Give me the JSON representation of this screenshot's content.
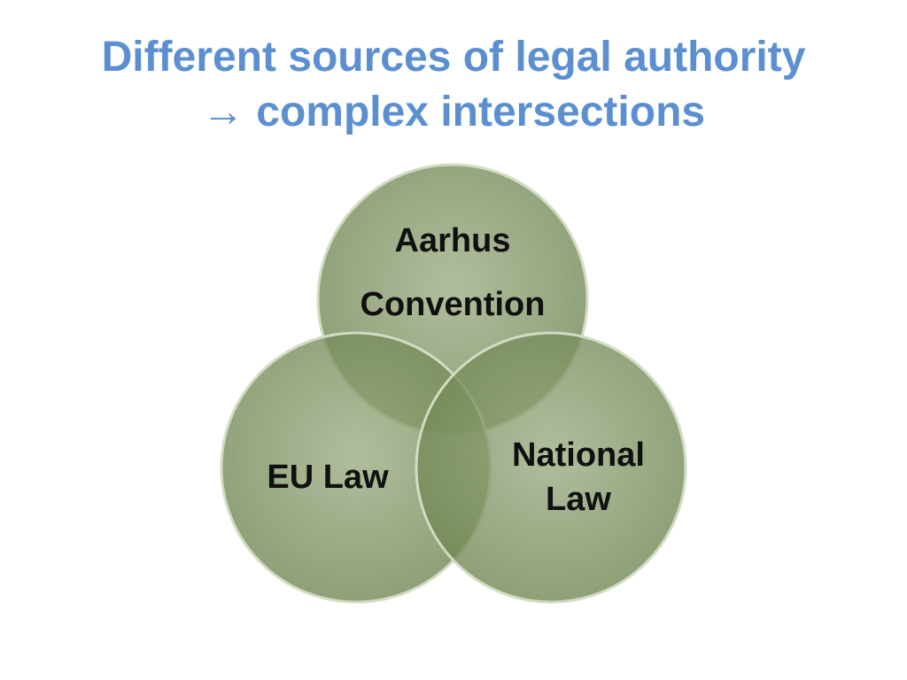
{
  "title": {
    "line1": "Different sources of legal authority",
    "line2": "→ complex intersections"
  },
  "diagram": {
    "type": "venn",
    "circles": [
      {
        "id": "top",
        "label_lines": [
          "Aarhus",
          "Convention"
        ]
      },
      {
        "id": "left",
        "label_lines": [
          "EU Law"
        ]
      },
      {
        "id": "right",
        "label_lines": [
          "National",
          "Law"
        ]
      }
    ],
    "colors": {
      "circle_fill": "#7f9461",
      "circle_stroke": "#c9d3b8",
      "title_color": "#5b8fd0",
      "label_color": "#101010"
    }
  }
}
